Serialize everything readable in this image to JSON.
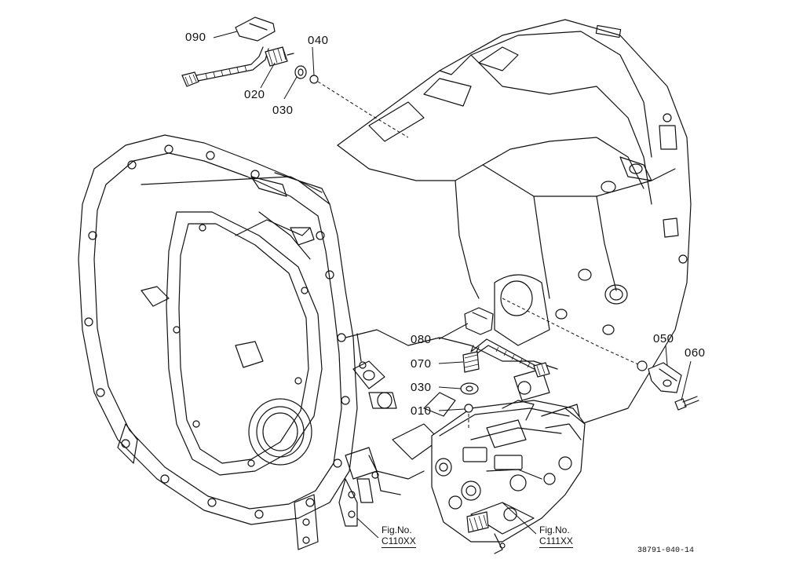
{
  "parts": {
    "p090": "090",
    "p040": "040",
    "p020": "020",
    "p030_top": "030",
    "p080": "080",
    "p070": "070",
    "p030_mid": "030",
    "p010": "010",
    "p050": "050",
    "p060": "060"
  },
  "figure_refs": {
    "left": {
      "label": "Fig.No.",
      "code": "C110XX"
    },
    "right": {
      "label": "Fig.No.",
      "code": "C111XX"
    }
  },
  "drawing_code": "38791-040-14"
}
